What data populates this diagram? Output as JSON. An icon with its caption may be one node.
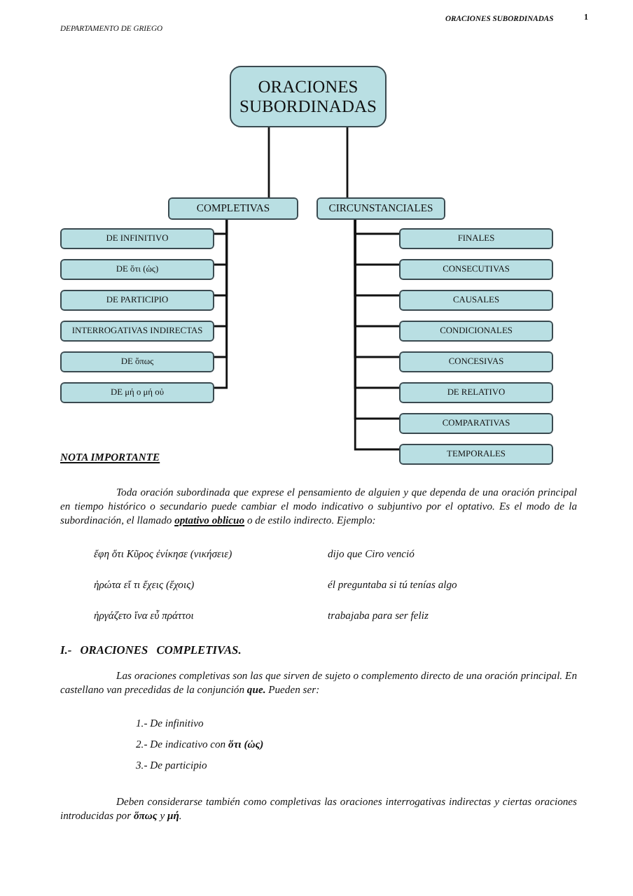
{
  "diagram": {
    "nodes": [
      {
        "text": [
          "ORACIONES SUBORDINADAS"
        ]
      },
      {
        "text": [
          "COMPLETIVAS"
        ]
      },
      {
        "text": [
          "CIRCUNSTANCIALES"
        ]
      },
      {
        "text": [
          "DE INFINITIVO"
        ]
      },
      {
        "text": [
          "DE ὅτι (ὡς)"
        ]
      },
      {
        "text": [
          "DE PARTICIPIO"
        ]
      },
      {
        "text": [
          "INTERROGATIVAS INDIRECTAS"
        ]
      },
      {
        "text": [
          "DE ὅπως"
        ]
      },
      {
        "text": [
          "DE μή o μή οὐ"
        ]
      },
      {
        "text": [
          "FINALES"
        ]
      },
      {
        "text": [
          "CONSECUTIVAS"
        ]
      },
      {
        "text": [
          "CAUSALES"
        ]
      },
      {
        "text": [
          "CONDICIONALES"
        ]
      },
      {
        "text": [
          "CONCESIVAS"
        ]
      },
      {
        "text": [
          "DE RELATIVO"
        ]
      },
      {
        "text": [
          "COMPARATIVAS"
        ]
      },
      {
        "text": [
          "TEMPORALES"
        ]
      }
    ],
    "edges": [
      {
        "from": 0,
        "to": 1,
        "arrow": "none"
      },
      {
        "from": 0,
        "to": 2,
        "arrow": "none"
      },
      {
        "from": 1,
        "to": 3,
        "arrow": "none"
      },
      {
        "from": 1,
        "to": 4,
        "arrow": "none"
      },
      {
        "from": 1,
        "to": 5,
        "arrow": "none"
      },
      {
        "from": 1,
        "to": 6,
        "arrow": "none"
      },
      {
        "from": 1,
        "to": 7,
        "arrow": "none"
      },
      {
        "from": 1,
        "to": 8,
        "arrow": "none"
      },
      {
        "from": 2,
        "to": 9,
        "arrow": "none"
      },
      {
        "from": 2,
        "to": 10,
        "arrow": "none"
      },
      {
        "from": 2,
        "to": 11,
        "arrow": "none"
      },
      {
        "from": 2,
        "to": 12,
        "arrow": "none"
      },
      {
        "from": 2,
        "to": 13,
        "arrow": "none"
      },
      {
        "from": 2,
        "to": 14,
        "arrow": "none"
      },
      {
        "from": 2,
        "to": 15,
        "arrow": "none"
      },
      {
        "from": 2,
        "to": 16,
        "arrow": "none"
      }
    ],
    "labels": [
      "DEPARTAMENTO DE GRIEGO",
      "ORACIONES SUBORDINADAS",
      "1",
      "NOTA IMPORTANTE",
      "Toda oración subordinada que exprese el pensamiento de alguien y que dependa de una oración principal en tiempo histórico o secundario puede cambiar el modo indicativo o subjuntivo por el optativo. Es el modo de la subordinación, el llamado **optativo oblicuo** o de estilo indirecto. Ejemplo:",
      "ἔφη ὅτι Κῦρος ἐνίκησε (νικήσειε)",
      "dijo que Ciro venció",
      "ἠρώτα εἴ τι ἔχεις (ἔχοις)",
      "él preguntaba si tú tenías algo",
      "ἠργάζετο ἵνα εὖ πράττοι",
      "trabajaba para ser feliz",
      "I.- ORACIONES COMPLETIVAS.",
      "Las oraciones completivas son las que sirven de sujeto o complemento directo de una oración principal. En castellano van precedidas de la conjunción **que.** Pueden ser:",
      "1.- De infinitivo",
      "2.- De indicativo con **ὅτι (ὡς)**",
      "3.- De participio",
      "Deben considerarse también como completivas las oraciones interrogativas indirectas y ciertas oraciones introducidas por **ὅπως** y **μή**."
    ]
  }
}
